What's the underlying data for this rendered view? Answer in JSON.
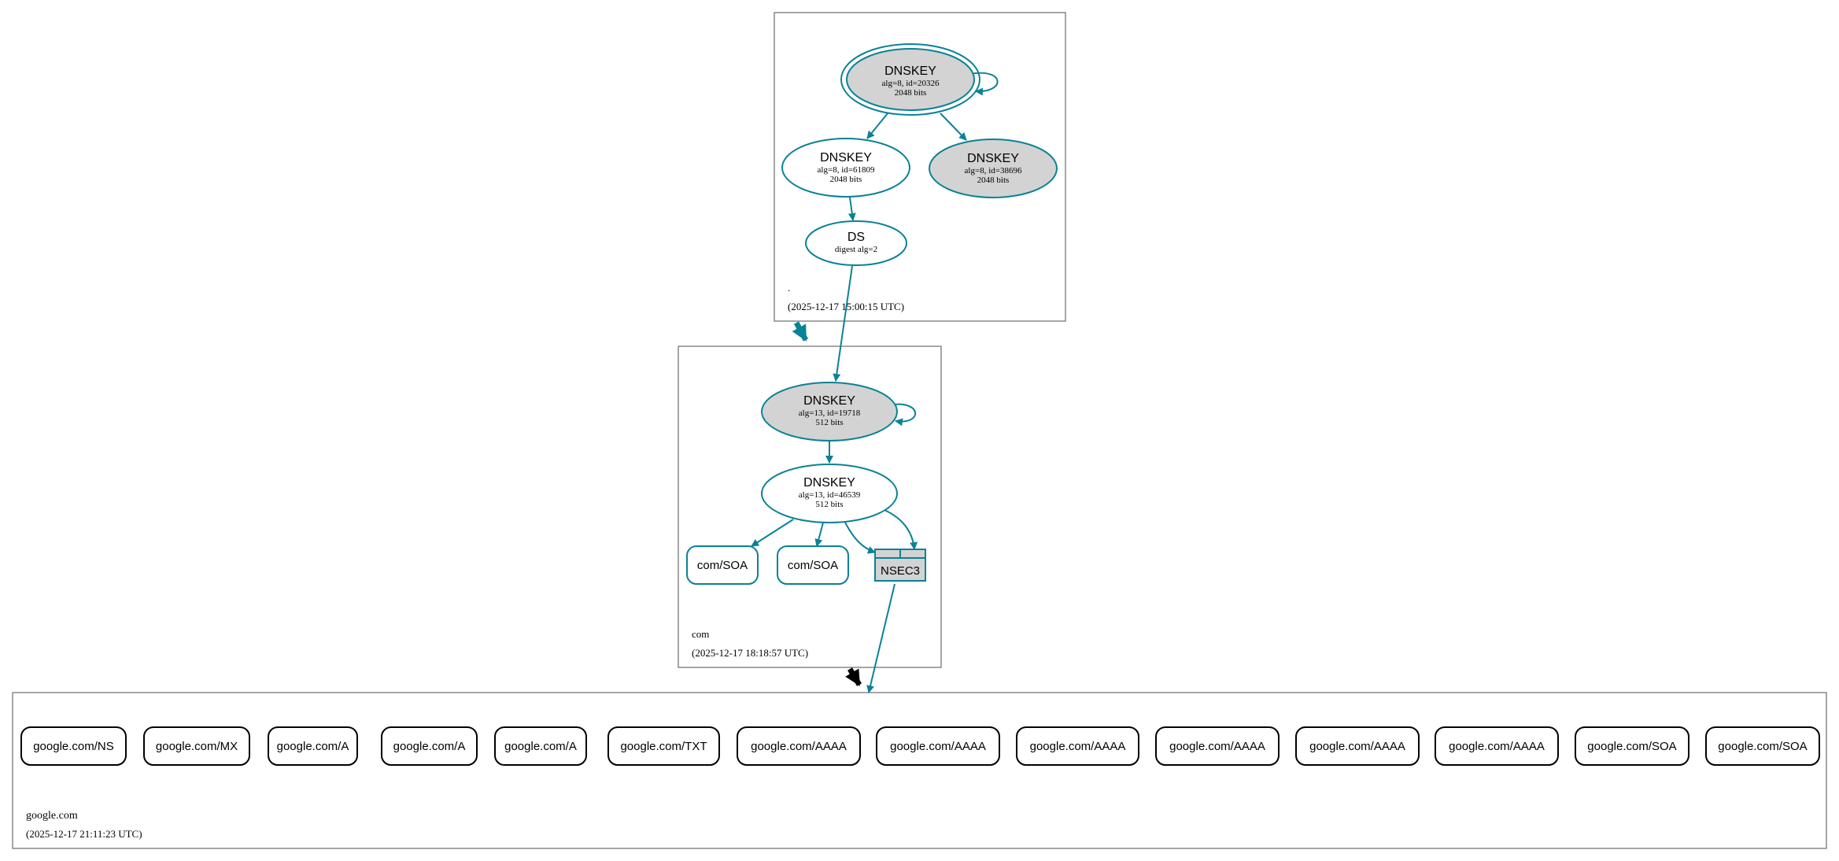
{
  "colors": {
    "edge": "#0a8296",
    "gray_fill": "#d3d3d3",
    "zone_border": "#777777",
    "black": "#000000"
  },
  "zones": {
    "root": {
      "name": ".",
      "timestamp": "(2025-12-17 15:00:15 UTC)"
    },
    "com": {
      "name": "com",
      "timestamp": "(2025-12-17 18:18:57 UTC)"
    },
    "google": {
      "name": "google.com",
      "timestamp": "(2025-12-17 21:11:23 UTC)"
    }
  },
  "nodes": {
    "root_ksk": {
      "title": "DNSKEY",
      "line1": "alg=8, id=20326",
      "line2": "2048 bits"
    },
    "root_zsk": {
      "title": "DNSKEY",
      "line1": "alg=8, id=61809",
      "line2": "2048 bits"
    },
    "root_key3": {
      "title": "DNSKEY",
      "line1": "alg=8, id=38696",
      "line2": "2048 bits"
    },
    "com_ds": {
      "title": "DS",
      "line1": "digest alg=2"
    },
    "com_ksk": {
      "title": "DNSKEY",
      "line1": "alg=13, id=19718",
      "line2": "512 bits"
    },
    "com_zsk": {
      "title": "DNSKEY",
      "line1": "alg=13, id=46539",
      "line2": "512 bits"
    },
    "com_soa1": {
      "label": "com/SOA"
    },
    "com_soa2": {
      "label": "com/SOA"
    },
    "nsec3": {
      "label": "NSEC3"
    }
  },
  "records": [
    "google.com/NS",
    "google.com/MX",
    "google.com/A",
    "google.com/A",
    "google.com/A",
    "google.com/TXT",
    "google.com/AAAA",
    "google.com/AAAA",
    "google.com/AAAA",
    "google.com/AAAA",
    "google.com/AAAA",
    "google.com/AAAA",
    "google.com/SOA",
    "google.com/SOA"
  ]
}
